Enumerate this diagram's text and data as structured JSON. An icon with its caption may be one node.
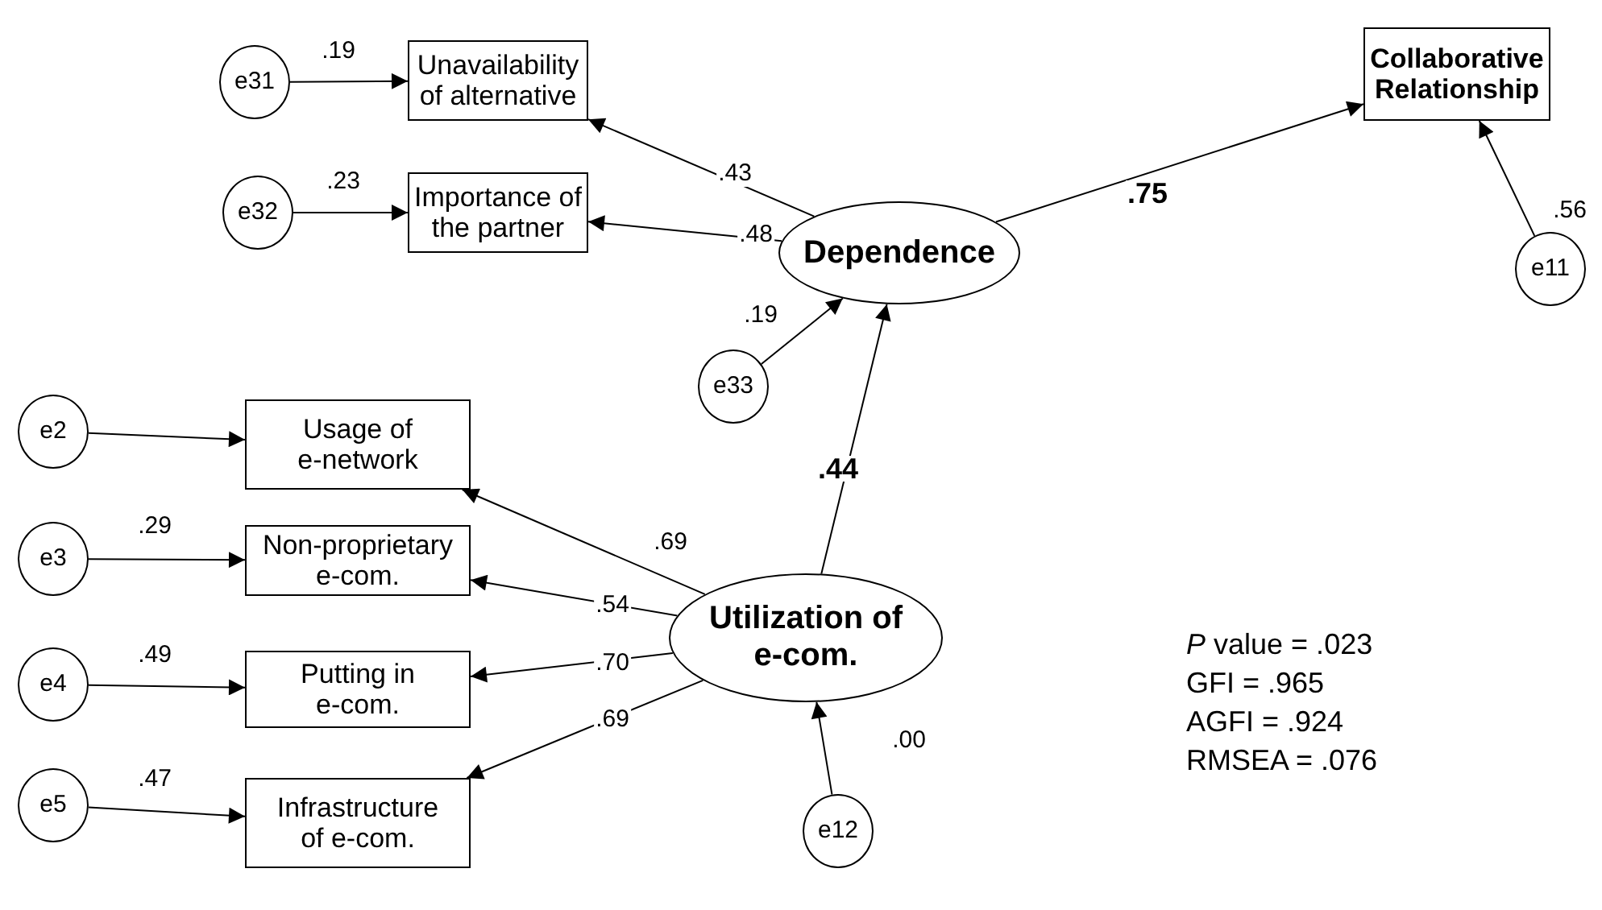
{
  "diagram": {
    "nodes": [
      {
        "text": [
          "e31"
        ]
      },
      {
        "text": [
          "Unavailability of alternative"
        ]
      },
      {
        "text": [
          "e32"
        ]
      },
      {
        "text": [
          "Importance of the partner"
        ]
      },
      {
        "text": [
          "Dependence"
        ]
      },
      {
        "text": [
          "e33"
        ]
      },
      {
        "text": [
          "Collaborative Relationship"
        ]
      },
      {
        "text": [
          "e11"
        ]
      },
      {
        "text": [
          "e2"
        ]
      },
      {
        "text": [
          "Usage of e-network"
        ]
      },
      {
        "text": [
          "e3"
        ]
      },
      {
        "text": [
          "Non-proprietary e-com."
        ]
      },
      {
        "text": [
          "e4"
        ]
      },
      {
        "text": [
          "Putting in e-com."
        ]
      },
      {
        "text": [
          "e5"
        ]
      },
      {
        "text": [
          "Infrastructure of e-com."
        ]
      },
      {
        "text": [
          "Utilization of e-com."
        ]
      },
      {
        "text": [
          "e12"
        ]
      }
    ],
    "edges": [
      {
        "from": 0,
        "to": 1,
        "arrow": "to",
        "label": ".19"
      },
      {
        "from": 2,
        "to": 3,
        "arrow": "to",
        "label": ".23"
      },
      {
        "from": 4,
        "to": 1,
        "arrow": "to",
        "label": ".43"
      },
      {
        "from": 4,
        "to": 3,
        "arrow": "to",
        "label": ".48"
      },
      {
        "from": 5,
        "to": 4,
        "arrow": "to",
        "label": ".19"
      },
      {
        "from": 4,
        "to": 6,
        "arrow": "to",
        "label": ".75"
      },
      {
        "from": 7,
        "to": 6,
        "arrow": "to",
        "label": ".56"
      },
      {
        "from": 16,
        "to": 4,
        "arrow": "to",
        "label": ".44"
      },
      {
        "from": 8,
        "to": 9,
        "arrow": "to"
      },
      {
        "from": 10,
        "to": 11,
        "arrow": "to",
        "label": ".29"
      },
      {
        "from": 16,
        "to": 9,
        "arrow": "to",
        "label": ".69"
      },
      {
        "from": 16,
        "to": 11,
        "arrow": "to",
        "label": ".54"
      },
      {
        "from": 12,
        "to": 13,
        "arrow": "to",
        "label": ".49"
      },
      {
        "from": 16,
        "to": 13,
        "arrow": "to",
        "label": ".70"
      },
      {
        "from": 14,
        "to": 15,
        "arrow": "to",
        "label": ".47"
      },
      {
        "from": 16,
        "to": 15,
        "arrow": "to",
        "label": ".69"
      },
      {
        "from": 17,
        "to": 16,
        "arrow": "to",
        "label": ".00"
      }
    ],
    "labels": [
      "*P* value = .023",
      "GFI = .965",
      "AGFI = .924",
      "RMSEA = .076"
    ]
  }
}
